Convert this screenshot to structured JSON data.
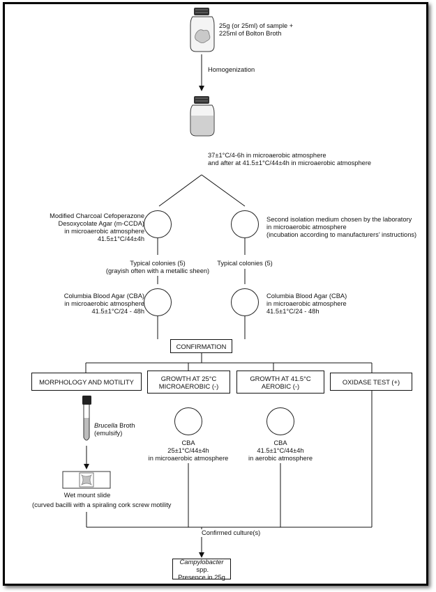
{
  "sample": {
    "lines": [
      "25g (or 25ml) of sample +",
      "225ml of Bolton Broth"
    ]
  },
  "homogenization": "Homogenization",
  "incubation": {
    "lines": [
      "37±1°C/4-6h in microaerobic atmosphere",
      "and after at 41.5±1°C/44±4h in microaerobic atmosphere"
    ]
  },
  "left_branch": {
    "medium_lines": [
      "Modified Charcoal Cefoperazone",
      "Desoxycolate Agar (m-CCDA)",
      "in microaerobic atmosphere",
      "41.5±1°C/44±4h"
    ],
    "colonies_lines": [
      "Typical colonies (5)",
      "(grayish often with a metallic sheen)"
    ],
    "cba_lines": [
      "Columbia Blood Agar (CBA)",
      "in microaerobic atmosphere",
      "41.5±1°C/24 - 48h"
    ]
  },
  "right_branch": {
    "medium_lines": [
      "Second isolation medium chosen by the laboratory",
      "in microaerobic atmosphere",
      "(incubation according to manufacturers’ instructions)"
    ],
    "colonies_lines": [
      "Typical colonies (5)"
    ],
    "cba_lines": [
      "Columbia Blood Agar (CBA)",
      "in microaerobic atmosphere",
      "41.5±1°C/24 - 48h"
    ]
  },
  "confirmation": "CONFIRMATION",
  "tests": {
    "morphology": "MORPHOLOGY AND MOTILITY",
    "growth25_lines": [
      "GROWTH AT 25°C",
      "MICROAEROBIC (-)"
    ],
    "growth41_lines": [
      "GROWTH AT 41.5°C",
      "AEROBIC (-)"
    ],
    "oxidase": "OXIDASE TEST (+)"
  },
  "brucella": {
    "italic": "Brucella",
    "rest": " Broth",
    "line2": "(emulsify)"
  },
  "wet_mount": {
    "title": "Wet mount slide",
    "desc": "(curved bacilli with a spiraling cork screw motility"
  },
  "cba25_lines": [
    "CBA",
    "25±1°C/44±4h",
    "in microaerobic atmosphere"
  ],
  "cba41_lines": [
    "CBA",
    "41.5±1°C/44±4h",
    "in aerobic atmosphere"
  ],
  "confirmed": "Confirmed culture(s)",
  "result": {
    "italic": "Campylobacter",
    "rest": " spp.",
    "line2": "Presence in 25g"
  }
}
